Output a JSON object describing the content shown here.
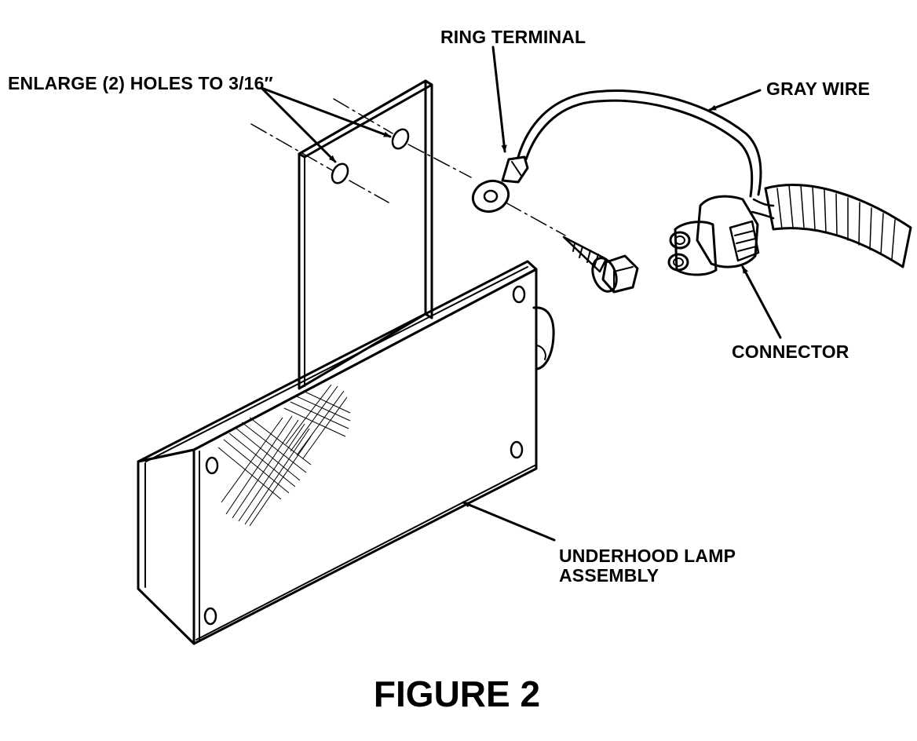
{
  "labels": {
    "holes": "ENLARGE (2) HOLES TO 3/16″",
    "ring_terminal": "RING TERMINAL",
    "gray_wire": "GRAY WIRE",
    "connector": "CONNECTOR",
    "lamp_line1": "UNDERHOOD LAMP",
    "lamp_line2": "ASSEMBLY"
  },
  "caption": "FIGURE 2"
}
